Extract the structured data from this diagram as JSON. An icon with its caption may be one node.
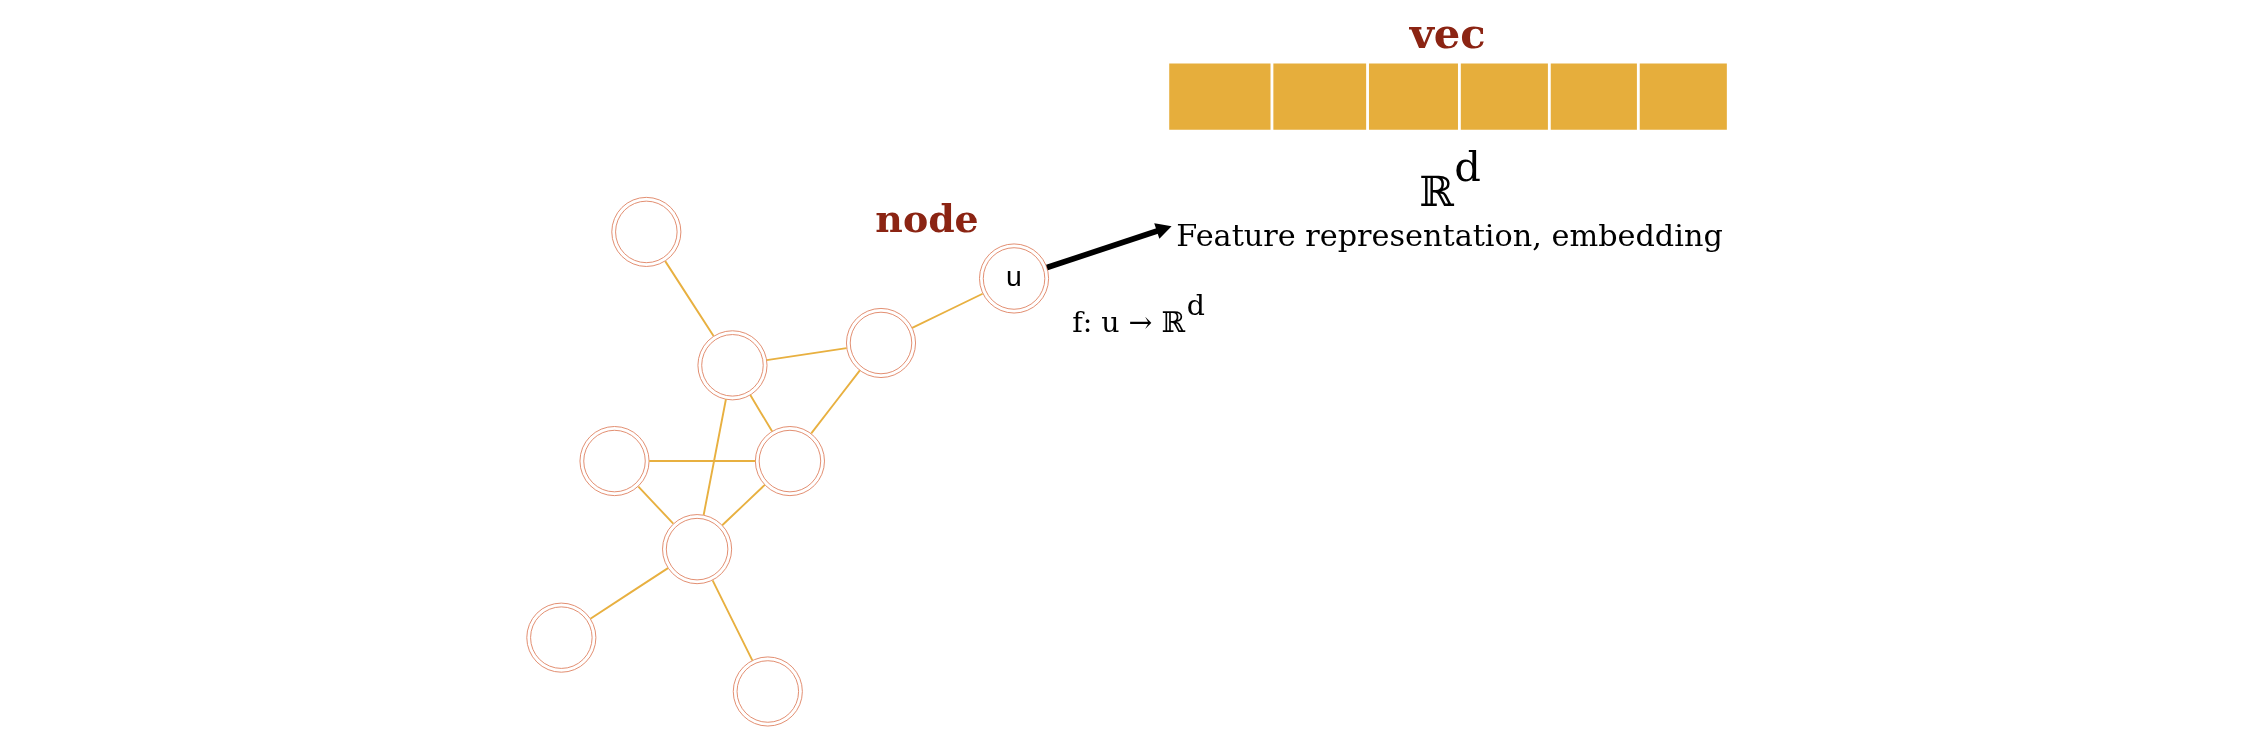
{
  "diagram": {
    "nodes": [
      {
        "text": [],
        "shape": "circle"
      },
      {
        "text": [],
        "shape": "circle"
      },
      {
        "text": [],
        "shape": "circle"
      },
      {
        "text": [
          "u"
        ],
        "beside": [
          "node"
        ]
      },
      {
        "text": [],
        "shape": "circle"
      },
      {
        "text": [],
        "shape": "circle"
      },
      {
        "text": [],
        "shape": "circle"
      },
      {
        "text": [],
        "shape": "circle"
      },
      {
        "text": [],
        "shape": "circle"
      },
      {
        "text": [
          "vec"
        ],
        "beside": [
          "ℝ$^{d}$",
          "Feature representation, embedding"
        ]
      }
    ],
    "edges": [
      {
        "from": 3,
        "to": 9,
        "arrow": "to",
        "label": "f: u → ℝ$^{d}$",
        "color": "#000000",
        "style": "thick"
      },
      {
        "from": 0,
        "to": 2,
        "arrow": "none"
      },
      {
        "from": 0,
        "to": 4,
        "arrow": "none"
      },
      {
        "from": 1,
        "to": 2,
        "arrow": "none"
      },
      {
        "from": 1,
        "to": 3,
        "arrow": "none"
      },
      {
        "from": 1,
        "to": 5,
        "arrow": "none"
      },
      {
        "from": 2,
        "to": 4,
        "arrow": "none"
      },
      {
        "from": 2,
        "to": 5,
        "arrow": "none"
      },
      {
        "from": 4,
        "to": 5,
        "arrow": "none"
      },
      {
        "from": 5,
        "to": 6,
        "arrow": "none"
      },
      {
        "from": 4,
        "to": 7,
        "arrow": "none"
      },
      {
        "from": 4,
        "to": 8,
        "arrow": "none"
      }
    ]
  }
}
